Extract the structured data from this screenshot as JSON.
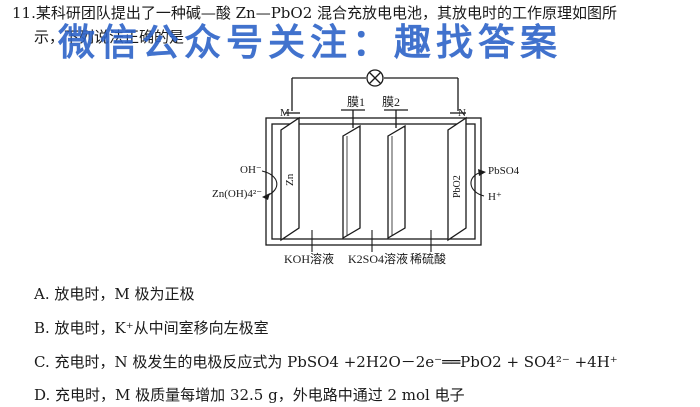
{
  "question": {
    "number": "11.",
    "stem_line1": "某科研团队提出了一种碱—酸 Zn—PbO2 混合充放电电池，其放电时的工作原理如图所",
    "stem_line2": "示，下列说法正确的是"
  },
  "watermark": "微信公众号关注：趣找答案",
  "diagram": {
    "electrode_left_label": "M",
    "electrode_right_label": "N",
    "membrane1": "膜1",
    "membrane2": "膜2",
    "zn": "Zn",
    "pbo2": "PbO2",
    "oh": "OH⁻",
    "zn_oh4": "Zn(OH)4²⁻",
    "pbso4": "PbSO4",
    "h_plus": "H⁺",
    "solution_left": "KOH溶液",
    "solution_middle": "K2SO4溶液",
    "solution_right": "稀硫酸"
  },
  "options": [
    "A. 放电时，M 极为正极",
    "B. 放电时，K⁺从中间室移向左极室",
    "C. 充电时，N 极发生的电极反应式为 PbSO4 +2H2O－2e⁻══PbO2 + SO4²⁻ +4H⁺",
    "D. 充电时，M 极质量每增加 32.5 g，外电路中通过 2 mol 电子"
  ]
}
